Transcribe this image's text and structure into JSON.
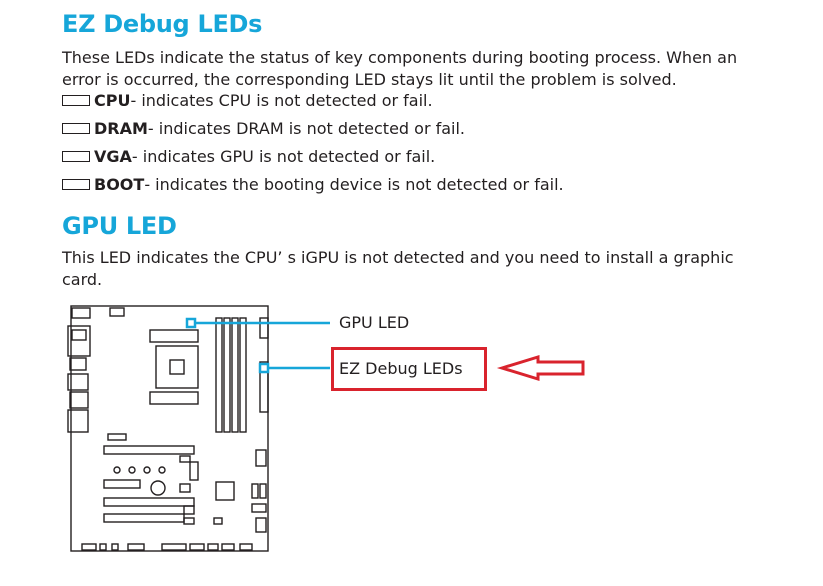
{
  "sections": {
    "ez_debug": {
      "title": "EZ Debug LEDs",
      "description_line1": "These LEDs indicate the status of key components during booting process. When an",
      "description_line2": "error is occurred, the corresponding LED stays lit until the problem is solved.",
      "leds": [
        {
          "name": "CPU",
          "description": " - indicates CPU is not detected or fail."
        },
        {
          "name": "DRAM",
          "description": " - indicates DRAM is not detected or fail."
        },
        {
          "name": "VGA",
          "description": " - indicates GPU is not detected or fail."
        },
        {
          "name": "BOOT",
          "description": " - indicates the booting device is not detected or fail."
        }
      ]
    },
    "gpu_led": {
      "title": "GPU LED",
      "description_line1": "This LED indicates the CPU’ s iGPU is not detected and you need to install a graphic",
      "description_line2": "card."
    }
  },
  "diagram": {
    "callouts": {
      "gpu_led": "GPU LED",
      "ez_debug": "EZ Debug LEDs"
    },
    "colors": {
      "callout_line": "#16a6d9",
      "highlight": "#d9232d",
      "board_stroke": "#231f20"
    }
  }
}
